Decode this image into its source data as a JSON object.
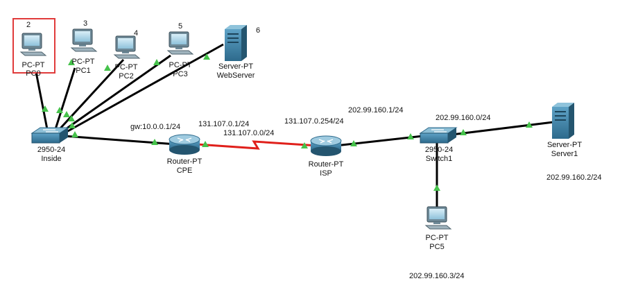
{
  "colors": {
    "link": "#000000",
    "serial_link": "#e0201b",
    "port_up": "#46c24b",
    "device_blue": "#3b7fa6",
    "selection": "#e03a3a"
  },
  "devices": {
    "pc0": {
      "num": "2",
      "type": "PC-PT",
      "name": "PC0",
      "icon": "pc-icon"
    },
    "pc1": {
      "num": "3",
      "type": "PC-PT",
      "name": "PC1",
      "icon": "pc-icon"
    },
    "pc2": {
      "num": "4",
      "type": "PC-PT",
      "name": "PC2",
      "icon": "pc-icon"
    },
    "pc3": {
      "num": "5",
      "type": "PC-PT",
      "name": "PC3",
      "icon": "pc-icon"
    },
    "webserver": {
      "num": "6",
      "type": "Server-PT",
      "name": "WebServer",
      "icon": "server-icon"
    },
    "inside": {
      "type": "2950-24",
      "name": "Inside",
      "icon": "switch-icon"
    },
    "cpe": {
      "type": "Router-PT",
      "name": "CPE",
      "icon": "router-icon"
    },
    "isp": {
      "type": "Router-PT",
      "name": "ISP",
      "icon": "router-icon"
    },
    "switch1": {
      "type": "2950-24",
      "name": "Switch1",
      "icon": "switch-icon"
    },
    "server1": {
      "type": "Server-PT",
      "name": "Server1",
      "icon": "server-icon"
    },
    "pc5": {
      "type": "PC-PT",
      "name": "PC5",
      "icon": "pc-icon"
    }
  },
  "annotations": {
    "gw": "gw:10.0.0.1/24",
    "cpe_wan": "131.107.0.1/24",
    "wan_net": "131.107.0.0/24",
    "isp_wan": "131.107.0.254/24",
    "isp_lan": "202.99.160.1/24",
    "lan_net": "202.99.160.0/24",
    "server1_ip": "202.99.160.2/24",
    "pc5_ip": "202.99.160.3/24"
  }
}
